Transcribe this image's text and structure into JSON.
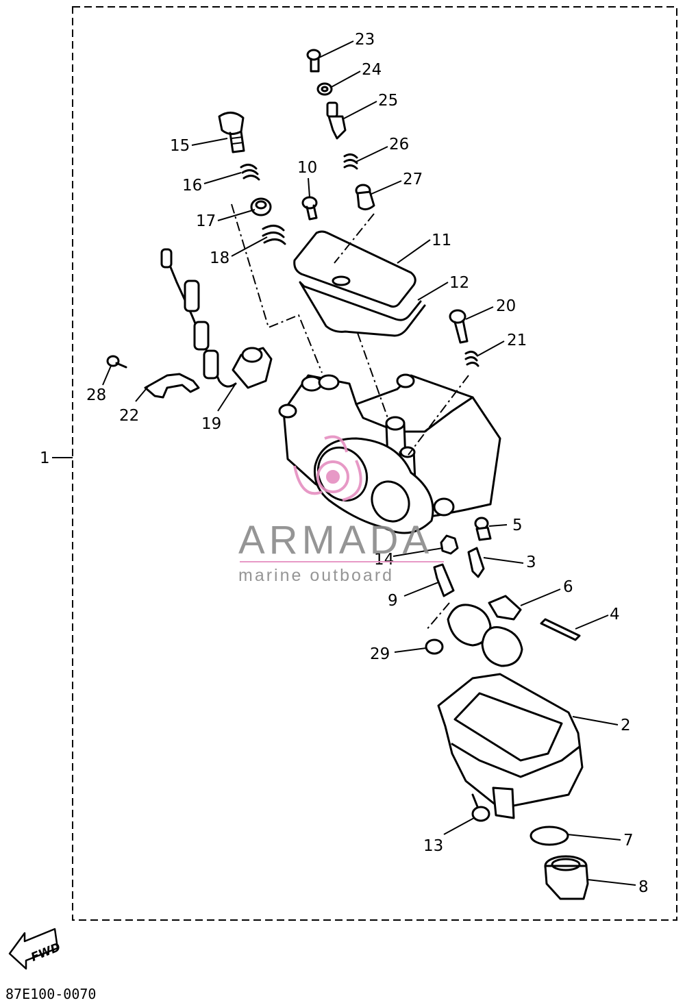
{
  "diagram": {
    "assembly_label": "1",
    "drawing_code": "87E100-0070",
    "fwd_label": "FWD",
    "callouts": [
      {
        "id": "c23",
        "text": "23"
      },
      {
        "id": "c24",
        "text": "24"
      },
      {
        "id": "c25",
        "text": "25"
      },
      {
        "id": "c26",
        "text": "26"
      },
      {
        "id": "c27",
        "text": "27"
      },
      {
        "id": "c15",
        "text": "15"
      },
      {
        "id": "c16",
        "text": "16"
      },
      {
        "id": "c17",
        "text": "17"
      },
      {
        "id": "c18",
        "text": "18"
      },
      {
        "id": "c10",
        "text": "10"
      },
      {
        "id": "c11",
        "text": "11"
      },
      {
        "id": "c12",
        "text": "12"
      },
      {
        "id": "c20",
        "text": "20"
      },
      {
        "id": "c21",
        "text": "21"
      },
      {
        "id": "c28",
        "text": "28"
      },
      {
        "id": "c22",
        "text": "22"
      },
      {
        "id": "c19",
        "text": "19"
      },
      {
        "id": "c5",
        "text": "5"
      },
      {
        "id": "c14",
        "text": "14"
      },
      {
        "id": "c3",
        "text": "3"
      },
      {
        "id": "c9",
        "text": "9"
      },
      {
        "id": "c6",
        "text": "6"
      },
      {
        "id": "c4",
        "text": "4"
      },
      {
        "id": "c29",
        "text": "29"
      },
      {
        "id": "c2",
        "text": "2"
      },
      {
        "id": "c7",
        "text": "7"
      },
      {
        "id": "c13",
        "text": "13"
      },
      {
        "id": "c8",
        "text": "8"
      }
    ]
  },
  "watermark": {
    "brand": "ARMADA",
    "tagline": "marine outboard",
    "brand_color": "#8a8a8a",
    "accent_color": "#e58fc0"
  }
}
